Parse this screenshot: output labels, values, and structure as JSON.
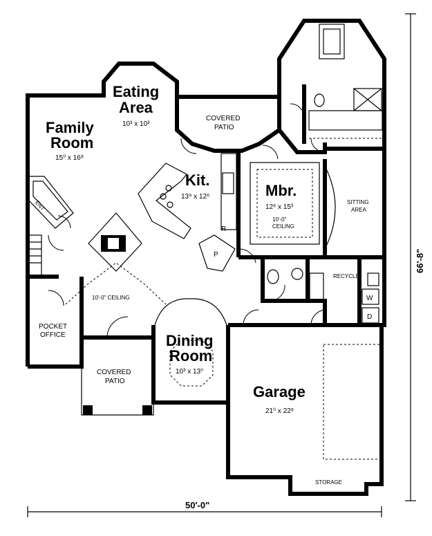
{
  "rooms": {
    "eating_area": {
      "line1": "Eating",
      "line2": "Area",
      "dims": "10³ x 10³"
    },
    "family_room": {
      "line1": "Family",
      "line2": "Room",
      "dims": "15⁰ x 16⁸"
    },
    "covered_patio_top": {
      "line1": "COVERED",
      "line2": "PATIO"
    },
    "kitchen": {
      "name": "Kit.",
      "dims": "13⁹ x 12⁶"
    },
    "master_bedroom": {
      "name": "Mbr.",
      "dims": "12⁶ x 15³",
      "ceiling1": "10'-0\"",
      "ceiling2": "CEILING"
    },
    "sitting_area": {
      "line1": "SITTING",
      "line2": "AREA"
    },
    "pantry": {
      "label": "P"
    },
    "refrigerator": {
      "label": "R"
    },
    "entertainment": {
      "label": "ENT"
    },
    "recycle": {
      "label": "RECYCLE"
    },
    "washer": {
      "label": "W"
    },
    "dryer": {
      "label": "D"
    },
    "foyer_ceiling": {
      "label": "10'-0\" CEILING"
    },
    "pocket_office": {
      "line1": "POCKET",
      "line2": "OFFICE"
    },
    "dining_room": {
      "line1": "Dining",
      "line2": "Room",
      "dims": "10³ x 13⁰"
    },
    "covered_patio_bottom": {
      "line1": "COVERED",
      "line2": "PATIO"
    },
    "garage": {
      "name": "Garage",
      "dims": "21⁰ x 22⁸"
    },
    "storage": {
      "label": "STORAGE"
    }
  },
  "dimensions": {
    "width": "50'-0\"",
    "depth": "66'-8\""
  }
}
